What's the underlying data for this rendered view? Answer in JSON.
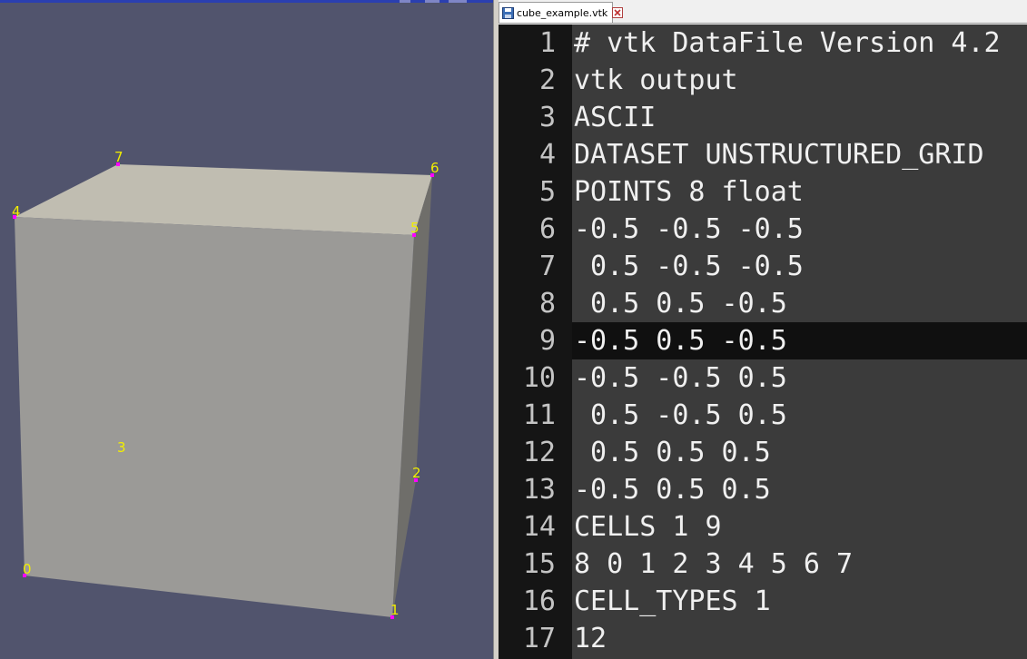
{
  "viewport": {
    "point_labels": [
      {
        "id": "0",
        "text": "0"
      },
      {
        "id": "1",
        "text": "1"
      },
      {
        "id": "2",
        "text": "2"
      },
      {
        "id": "3",
        "text": "3"
      },
      {
        "id": "4",
        "text": "4"
      },
      {
        "id": "5",
        "text": "5"
      },
      {
        "id": "6",
        "text": "6"
      },
      {
        "id": "7",
        "text": "7"
      }
    ],
    "colors": {
      "background": "#51546d",
      "cube_front": "#9b9a97",
      "cube_top": "#c0bdb1",
      "cube_right": "#6f6e6a",
      "point_marker": "#ff00ff",
      "label": "#f2ee00"
    }
  },
  "editor": {
    "tab": {
      "title": "cube_example.vtk",
      "icon": "save-icon",
      "close_icon": "close-icon"
    },
    "current_line": 9,
    "lines": [
      {
        "no": "1",
        "text": "# vtk DataFile Version 4.2"
      },
      {
        "no": "2",
        "text": "vtk output"
      },
      {
        "no": "3",
        "text": "ASCII"
      },
      {
        "no": "4",
        "text": "DATASET UNSTRUCTURED_GRID"
      },
      {
        "no": "5",
        "text": "POINTS 8 float"
      },
      {
        "no": "6",
        "text": "-0.5 -0.5 -0.5"
      },
      {
        "no": "7",
        "text": " 0.5 -0.5 -0.5"
      },
      {
        "no": "8",
        "text": " 0.5 0.5 -0.5"
      },
      {
        "no": "9",
        "text": "-0.5 0.5 -0.5"
      },
      {
        "no": "10",
        "text": "-0.5 -0.5 0.5"
      },
      {
        "no": "11",
        "text": " 0.5 -0.5 0.5"
      },
      {
        "no": "12",
        "text": " 0.5 0.5 0.5"
      },
      {
        "no": "13",
        "text": "-0.5 0.5 0.5"
      },
      {
        "no": "14",
        "text": "CELLS 1 9"
      },
      {
        "no": "15",
        "text": "8 0 1 2 3 4 5 6 7"
      },
      {
        "no": "16",
        "text": "CELL_TYPES 1"
      },
      {
        "no": "17",
        "text": "12"
      }
    ],
    "colors": {
      "text_background": "#3b3b3b",
      "gutter_background": "#151515",
      "current_line_background": "#101010",
      "text": "#f0f0f0",
      "line_number": "#c4c4c4"
    }
  }
}
